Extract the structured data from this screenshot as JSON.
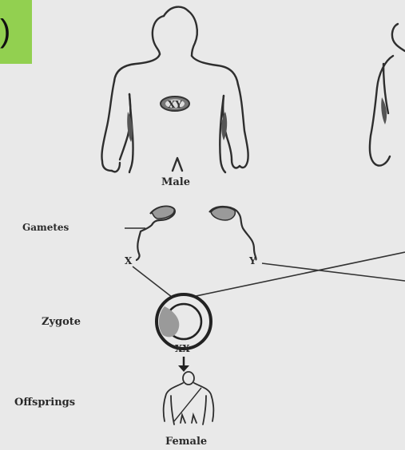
{
  "corner_tab": {
    "text": ")"
  },
  "male": {
    "chromosome_label": "XY",
    "caption": "Male"
  },
  "gametes": {
    "label": "Gametes",
    "x": "X",
    "y": "Y"
  },
  "zygote": {
    "label": "Zygote",
    "chromosome_label": "XX"
  },
  "offsprings": {
    "label": "Offsprings",
    "caption": "Female"
  },
  "colors": {
    "background": "#e9e9e9",
    "ink": "#2a2a2a",
    "accent": "#92d050",
    "gamete_fill": "#9a9a9a"
  }
}
